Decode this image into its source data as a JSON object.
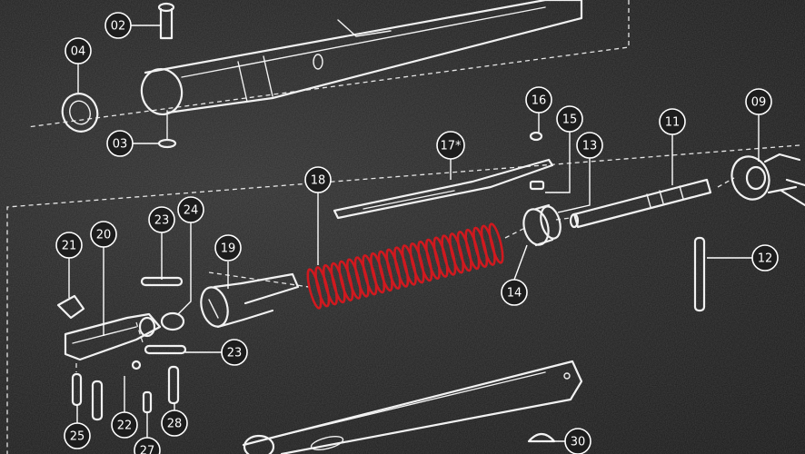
{
  "highlight_color": "#d0191f",
  "callouts": [
    {
      "id": "c02",
      "label": "02"
    },
    {
      "id": "c04",
      "label": "04"
    },
    {
      "id": "c03",
      "label": "03"
    },
    {
      "id": "c16",
      "label": "16"
    },
    {
      "id": "c15",
      "label": "15"
    },
    {
      "id": "c13",
      "label": "13"
    },
    {
      "id": "c11",
      "label": "11"
    },
    {
      "id": "c09",
      "label": "09"
    },
    {
      "id": "c17",
      "label": "17*"
    },
    {
      "id": "c18",
      "label": "18"
    },
    {
      "id": "c12",
      "label": "12"
    },
    {
      "id": "c14",
      "label": "14"
    },
    {
      "id": "c21",
      "label": "21"
    },
    {
      "id": "c20",
      "label": "20"
    },
    {
      "id": "c23a",
      "label": "23"
    },
    {
      "id": "c24",
      "label": "24"
    },
    {
      "id": "c19",
      "label": "19"
    },
    {
      "id": "c23b",
      "label": "23"
    },
    {
      "id": "c25",
      "label": "25"
    },
    {
      "id": "c22",
      "label": "22"
    },
    {
      "id": "c27",
      "label": "27"
    },
    {
      "id": "c28",
      "label": "28"
    },
    {
      "id": "c30",
      "label": "30"
    }
  ]
}
